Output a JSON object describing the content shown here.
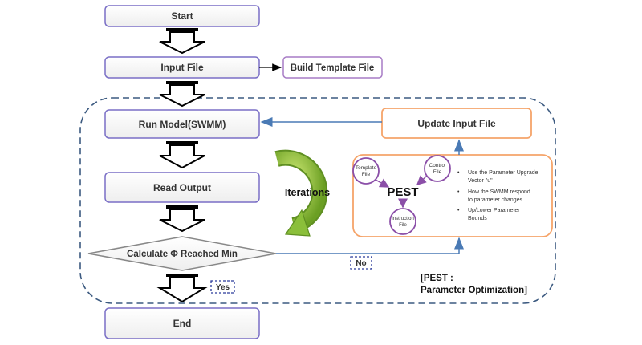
{
  "flow": {
    "start": "Start",
    "input_file": "Input File",
    "build_template": "Build Template File",
    "run_model": "Run Model(SWMM)",
    "read_output": "Read Output",
    "calculate": "Calculate Φ Reached Min",
    "end": "End",
    "update_input": "Update Input File",
    "iterations": "Iterations",
    "yes_label": "Yes",
    "no_label": "No"
  },
  "pest": {
    "title": "PEST",
    "template_file": [
      "Template",
      "File"
    ],
    "control_file": [
      "Control",
      "File"
    ],
    "instruction_file": [
      "Instruction",
      "File"
    ],
    "notes": [
      [
        "Use the Parameter Upgrade",
        "Vector \"u\""
      ],
      [
        "How the SWMM respond",
        "to parameter changes"
      ],
      [
        "Up/Lower Parameter",
        "Bounds"
      ]
    ],
    "caption": [
      "[PEST :",
      "Parameter Optimization]"
    ]
  },
  "colors": {
    "box_border": "#7a6fc6",
    "orange": "#f5a46a",
    "purple": "#8b4fa8",
    "blue_line": "#4a7ab5",
    "dash_border": "#3c5a80",
    "green": "#8bbf3a"
  }
}
